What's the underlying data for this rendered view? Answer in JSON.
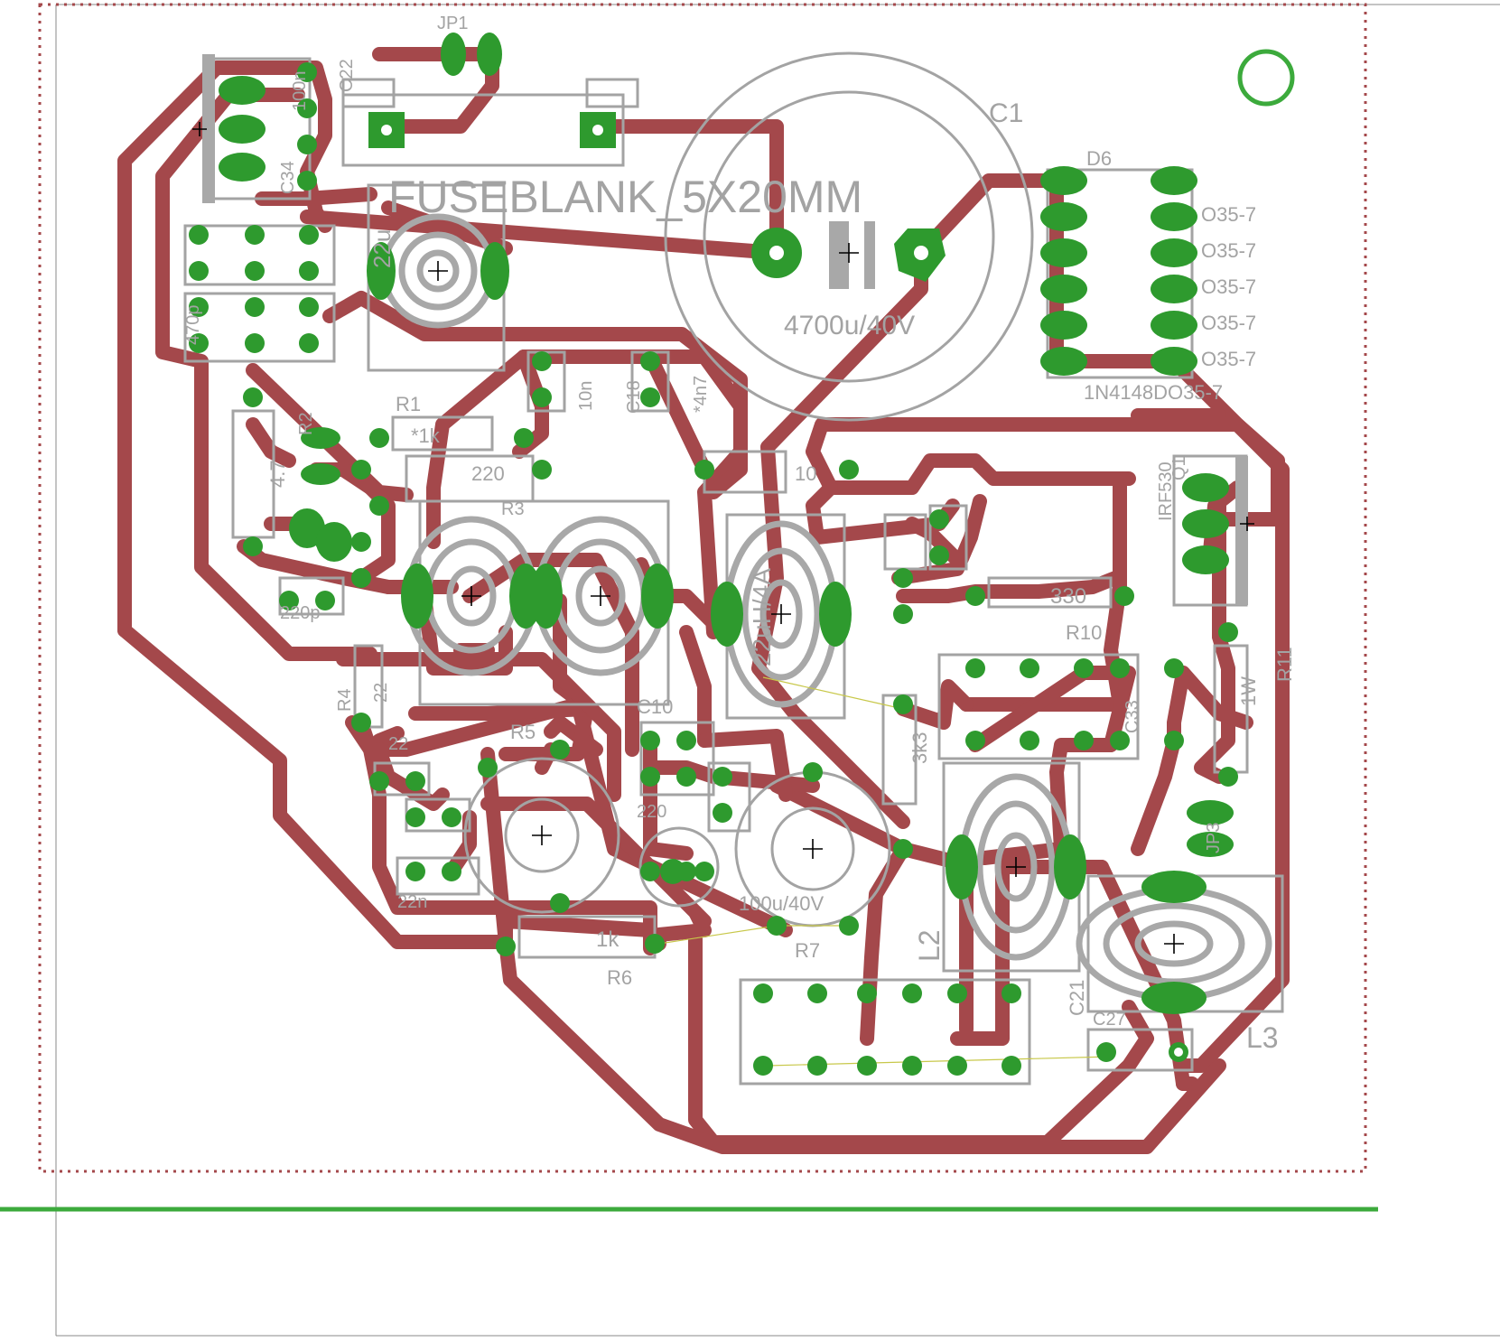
{
  "colors": {
    "background": "#ffffff",
    "copper": "#a4484b",
    "pad": "#2e9a2e",
    "silkscreen": "#a3a3a3",
    "dimension": "#3caa3c",
    "outline": "#888888",
    "drill": "#ffffff"
  },
  "silk_text": {
    "fuse": "FUSEBLANK_5X20MM",
    "c1": "C1",
    "c1_value": "4700u/40V",
    "d6": "D6",
    "diode_model": "1N4148DO35-7",
    "do35_1": "O35-7",
    "do35_2": "O35-7",
    "do35_3": "O35-7",
    "do35_4": "O35-7",
    "do35_5": "O35-7",
    "jp1": "JP1",
    "r1": "R1",
    "r1_value": "*1k",
    "r2": "R2",
    "r2_value": "4.7",
    "r3": "R3",
    "r3_value": "220",
    "r4": "R4",
    "r4_value": "22",
    "r5": "R5",
    "r6": "R6",
    "r6_value": "1k",
    "r7": "R7",
    "r8_value": "10",
    "r10": "R10",
    "r10_value": "330",
    "r11": "R11",
    "r11_value": "1W",
    "q1": "Q1",
    "q1_value": "IRF530",
    "c18": "C18",
    "c18_value": "*4n7",
    "c_10n": "10n",
    "c_100n": "100n",
    "c_22n": "22n",
    "c_220p": "220p",
    "c_22": "22",
    "c_10": "C10",
    "c_220": "220",
    "c21": "C21",
    "c27": "C27",
    "c33": "C33",
    "c34": "C34",
    "c22": "C22",
    "cap_100u": "100u/40V",
    "r_3k3": "3k3",
    "c22u_label": "22u",
    "c470p": "470p",
    "inductor_value": "22uH/4A",
    "l2": "L2",
    "l3": "L3",
    "jp3": "JP3"
  }
}
